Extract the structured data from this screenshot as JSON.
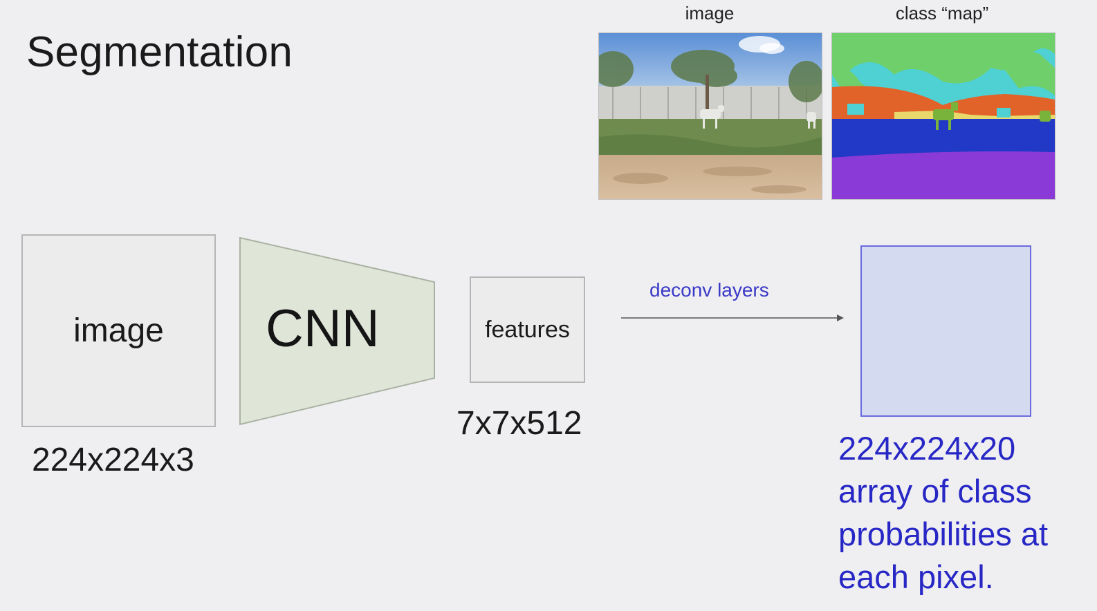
{
  "slide": {
    "title": "Segmentation"
  },
  "thumbnails": {
    "photo_caption": "image",
    "map_caption": "class “map”"
  },
  "pipeline": {
    "input_label": "image",
    "input_dims": "224x224x3",
    "cnn_label": "CNN",
    "features_label": "features",
    "features_dims": "7x7x512",
    "deconv_label": "deconv layers",
    "output_lines": [
      "224x224x20",
      "array of class",
      "probabilities at",
      "each pixel."
    ]
  },
  "colors": {
    "background": "#efeef0",
    "cnn_fill": "#dfe6d8",
    "output_fill": "#d4dbf0",
    "output_border": "#6a6ae0",
    "accent_text": "#2727c6"
  }
}
